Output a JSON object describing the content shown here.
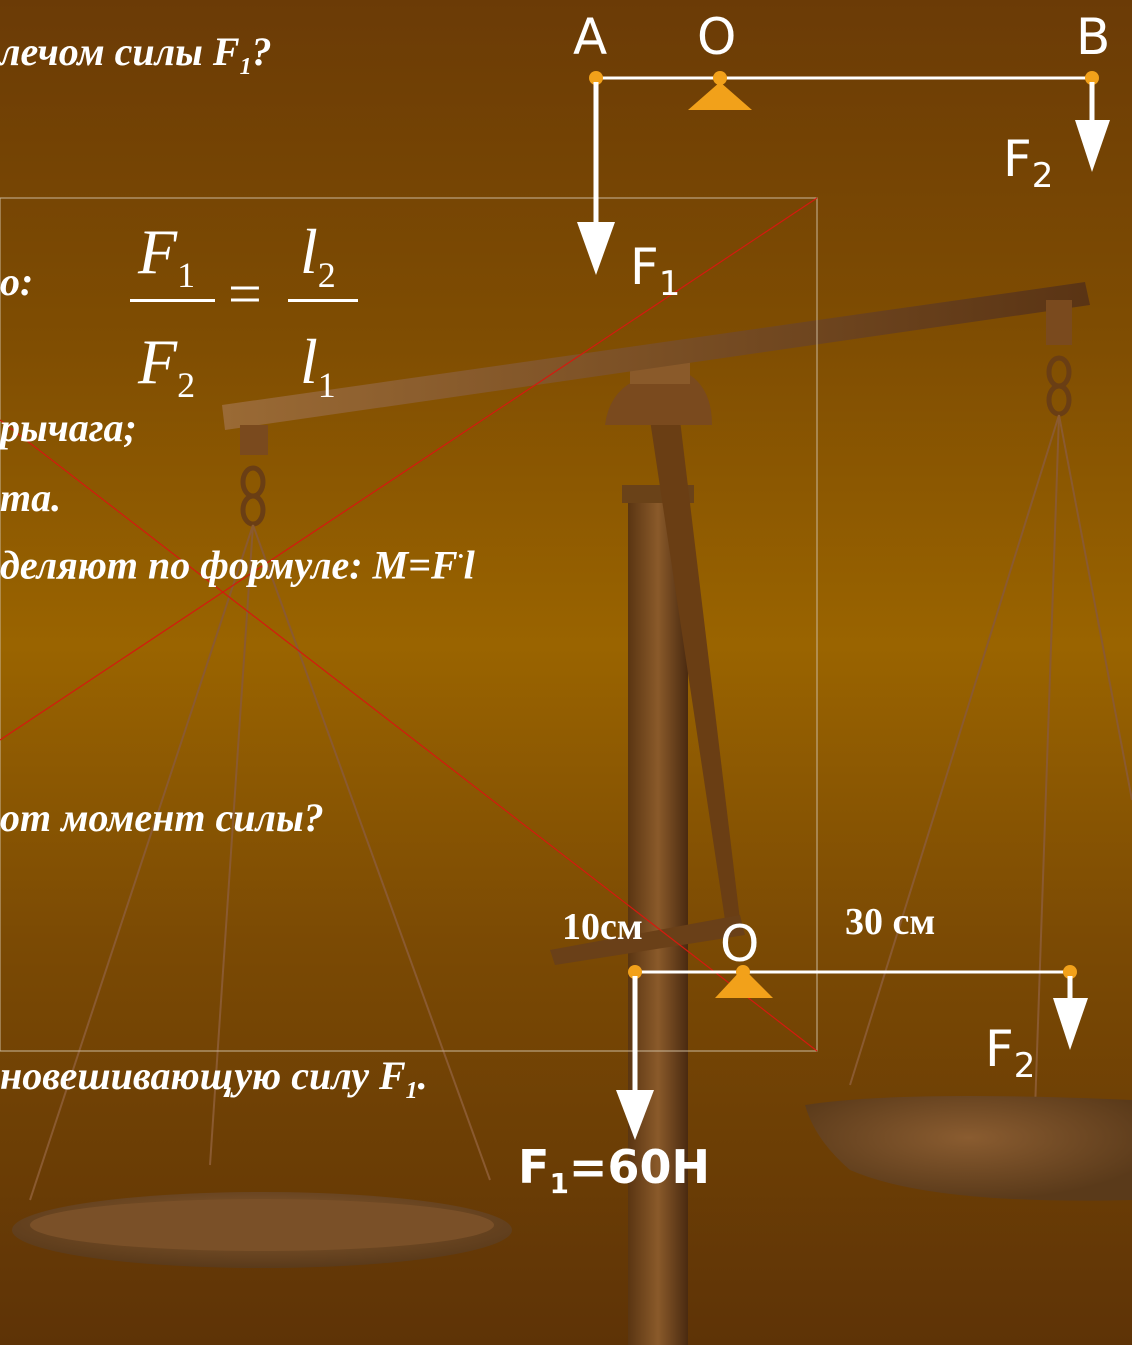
{
  "text_lines": {
    "line1": "лечом силы F",
    "line1_sub": "1",
    "line1_end": "?",
    "line2": "о:",
    "line3": "рычага;",
    "line4": "ma.",
    "line5": "деляют по формуле: M=F",
    "line5_dot": "·",
    "line5_end": "l",
    "line6": "от момент силы?",
    "line7": "новешивающую силу F",
    "line7_sub": "1",
    "line7_end": "."
  },
  "formula": {
    "num_left": "F",
    "num_left_sub": "1",
    "den_left": "F",
    "den_left_sub": "2",
    "equals": "=",
    "num_right": "l",
    "num_right_sub": "2",
    "den_right": "l",
    "den_right_sub": "1"
  },
  "lever_top": {
    "label_a": "A",
    "label_o": "O",
    "label_b": "B",
    "force1": "F",
    "force1_sub": "1",
    "force2": "F",
    "force2_sub": "2"
  },
  "lever_bottom": {
    "arm_left": "10см",
    "arm_right": "30 см",
    "label_o": "O",
    "force1": "F",
    "force1_sub": "1",
    "force1_value": "=60Н",
    "force2": "F",
    "force2_sub": "2"
  },
  "colors": {
    "pivot": "#f2a11a",
    "arrow": "#ffffff",
    "red_line": "#d41a0f",
    "scale": "#7a4a1a"
  }
}
